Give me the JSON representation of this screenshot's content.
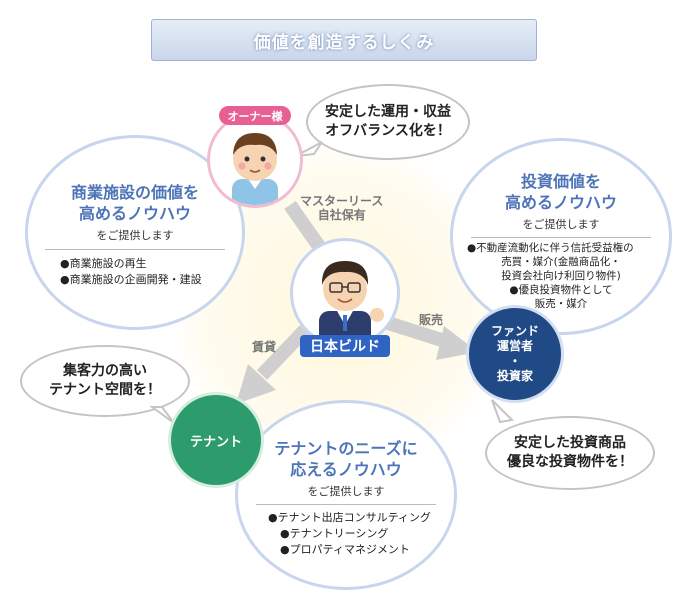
{
  "header": {
    "title": "価値を創造するしくみ"
  },
  "owner": {
    "badge": "オーナー様",
    "speech": [
      "安定した運用・収益",
      "オフバランス化を！"
    ]
  },
  "center": {
    "label": "日本ビルド"
  },
  "arrows": {
    "master_lease": [
      "マスターリース",
      "自社保有"
    ],
    "rent": "賃貸",
    "sale": "販売"
  },
  "commercial": {
    "title": [
      "商業施設の価値を",
      "高めるノウハウ"
    ],
    "sub": "をご提供します",
    "items": [
      "●商業施設の再生",
      "●商業施設の企画開発・建設"
    ]
  },
  "investment": {
    "title": [
      "投資価値を",
      "高めるノウハウ"
    ],
    "sub": "をご提供します",
    "items": [
      "●不動産流動化に伴う信託受益権の",
      "売買・媒介(金融商品化・",
      "投資会社向け利回り物件)",
      "●優良投資物件として",
      "販売・媒介"
    ]
  },
  "fund": {
    "lines": [
      "ファンド",
      "運営者",
      "・",
      "投資家"
    ],
    "speech": [
      "安定した投資商品",
      "優良な投資物件を！"
    ]
  },
  "tenant": {
    "label": "テナント",
    "speech": [
      "集客力の高い",
      "テナント空間を！"
    ],
    "title": [
      "テナントのニーズに",
      "応えるノウハウ"
    ],
    "sub": "をご提供します",
    "items": [
      "●テナント出店コンサルティング",
      "●テナントリーシング",
      "●プロパティマネジメント"
    ]
  },
  "colors": {
    "accent_blue": "#4d74b8",
    "tenant_green": "#2e9b6d",
    "fund_navy": "#1f4a86",
    "arrow_gray": "#c8c8c8"
  }
}
